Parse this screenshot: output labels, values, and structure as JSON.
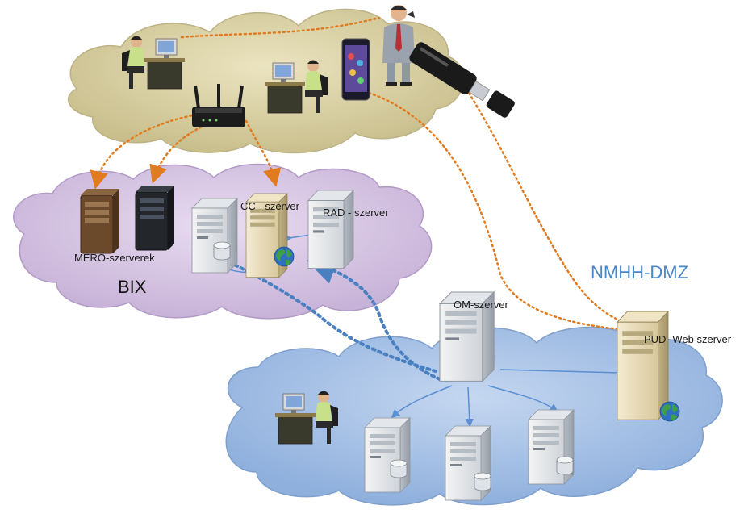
{
  "labels": {
    "cc_server": "CC - szerver",
    "rad_server": "RAD - szerver",
    "mero_servers": "MÉRŐ-szerverek",
    "bix": "BIX",
    "nmhh_dmz": "NMHH-DMZ",
    "om_server": "OM-szerver",
    "pud_web_server": "PUD- Web szerver"
  },
  "colors": {
    "cloud_top": "#d9d1a6",
    "cloud_bix": "#d6c4e2",
    "cloud_bottom": "#a9c3e6",
    "orange_dotted": "#e07b1f",
    "blue_dotted": "#4a7fc0",
    "blue_line": "#5b8fd1",
    "dmz_text": "#4a86c5"
  },
  "icons": [
    "desk-user-icon",
    "router-icon",
    "smartphone-icon",
    "businessman-icon",
    "usb-modem-icon",
    "tower-server-icon",
    "rack-server-icon",
    "database-icon",
    "globe-icon"
  ]
}
